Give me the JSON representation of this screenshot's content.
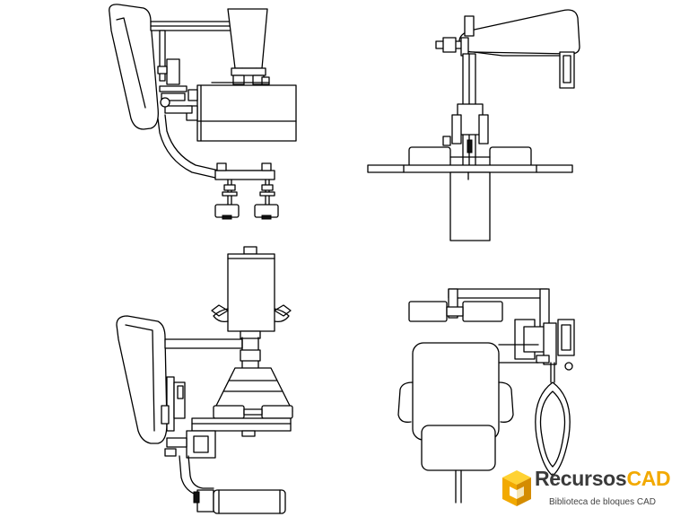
{
  "colors": {
    "line": "#000000",
    "background": "#ffffff",
    "logo_dark": "#3a3a3a",
    "logo_accent": "#f2a900"
  },
  "logo": {
    "word_part1": "Recursos",
    "word_part2": "CAD",
    "tagline": "Biblioteca de bloques CAD",
    "icon": "isometric-cube-icon"
  }
}
